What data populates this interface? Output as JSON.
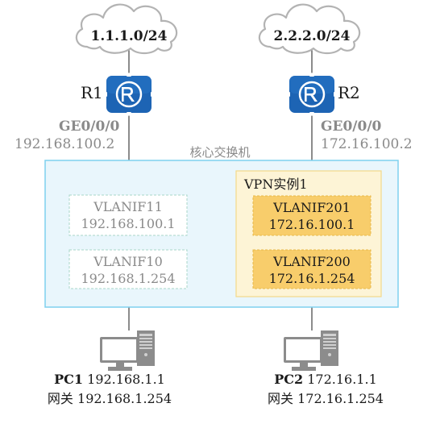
{
  "clouds": {
    "left": {
      "label": "1.1.1.0/24"
    },
    "right": {
      "label": "2.2.2.0/24"
    }
  },
  "routers": {
    "r1": {
      "name": "R1",
      "port": "GE0/0/0",
      "ip": "192.168.100.2"
    },
    "r2": {
      "name": "R2",
      "port": "GE0/0/0",
      "ip": "172.16.100.2"
    }
  },
  "switch": {
    "title": "核心交换机",
    "vlanif11": {
      "name": "VLANIF11",
      "ip": "192.168.100.1"
    },
    "vlanif10": {
      "name": "VLANIF10",
      "ip": "192.168.1.254"
    },
    "vpn": {
      "title": "VPN实例1",
      "vlanif201": {
        "name": "VLANIF201",
        "ip": "172.16.100.1"
      },
      "vlanif200": {
        "name": "VLANIF200",
        "ip": "172.16.1.254"
      }
    }
  },
  "pcs": {
    "pc1": {
      "name": "PC1",
      "ip": "192.168.1.1",
      "gateway_label": "网关",
      "gateway": "192.168.1.254"
    },
    "pc2": {
      "name": "PC2",
      "ip": "172.16.1.1",
      "gateway_label": "网关",
      "gateway": "172.16.1.254"
    }
  },
  "colors": {
    "router_blue": "#1d64b4",
    "switch_fill": "#e9f6fc",
    "switch_border": "#7fd0ee",
    "vpn_fill": "#fdf4d6",
    "vpn_border": "#f3d98a",
    "vlanif_gold": "#f8cd6b",
    "gray_text": "#8a8a8a",
    "pc_gray": "#8c8c8c"
  }
}
